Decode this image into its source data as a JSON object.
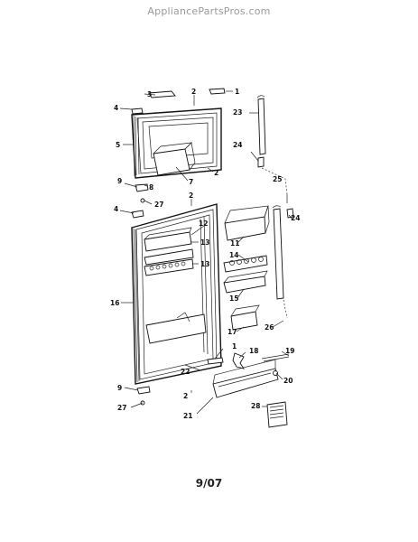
{
  "watermark": "AppliancePartsPros.com",
  "footer_date": "9/07",
  "callouts": {
    "c1a": "1",
    "c2a": "2",
    "c3": "3",
    "c4a": "4",
    "c5": "5",
    "c2b": "2",
    "c7": "7",
    "c8": "8",
    "c9a": "9",
    "c27a": "27",
    "c2c": "2",
    "c4b": "4",
    "c12": "12",
    "c13a": "13",
    "c13b": "13",
    "c16": "16",
    "c23": "23",
    "c24a": "24",
    "c25": "25",
    "c24b": "24",
    "c11": "11",
    "c14": "14",
    "c15": "15",
    "c17": "17",
    "c26": "26",
    "c1b": "1",
    "c18": "18",
    "c19": "19",
    "c20": "20",
    "c22": "22",
    "c2d": "2",
    "c9b": "9",
    "c27b": "27",
    "c21": "21",
    "c28": "28"
  }
}
